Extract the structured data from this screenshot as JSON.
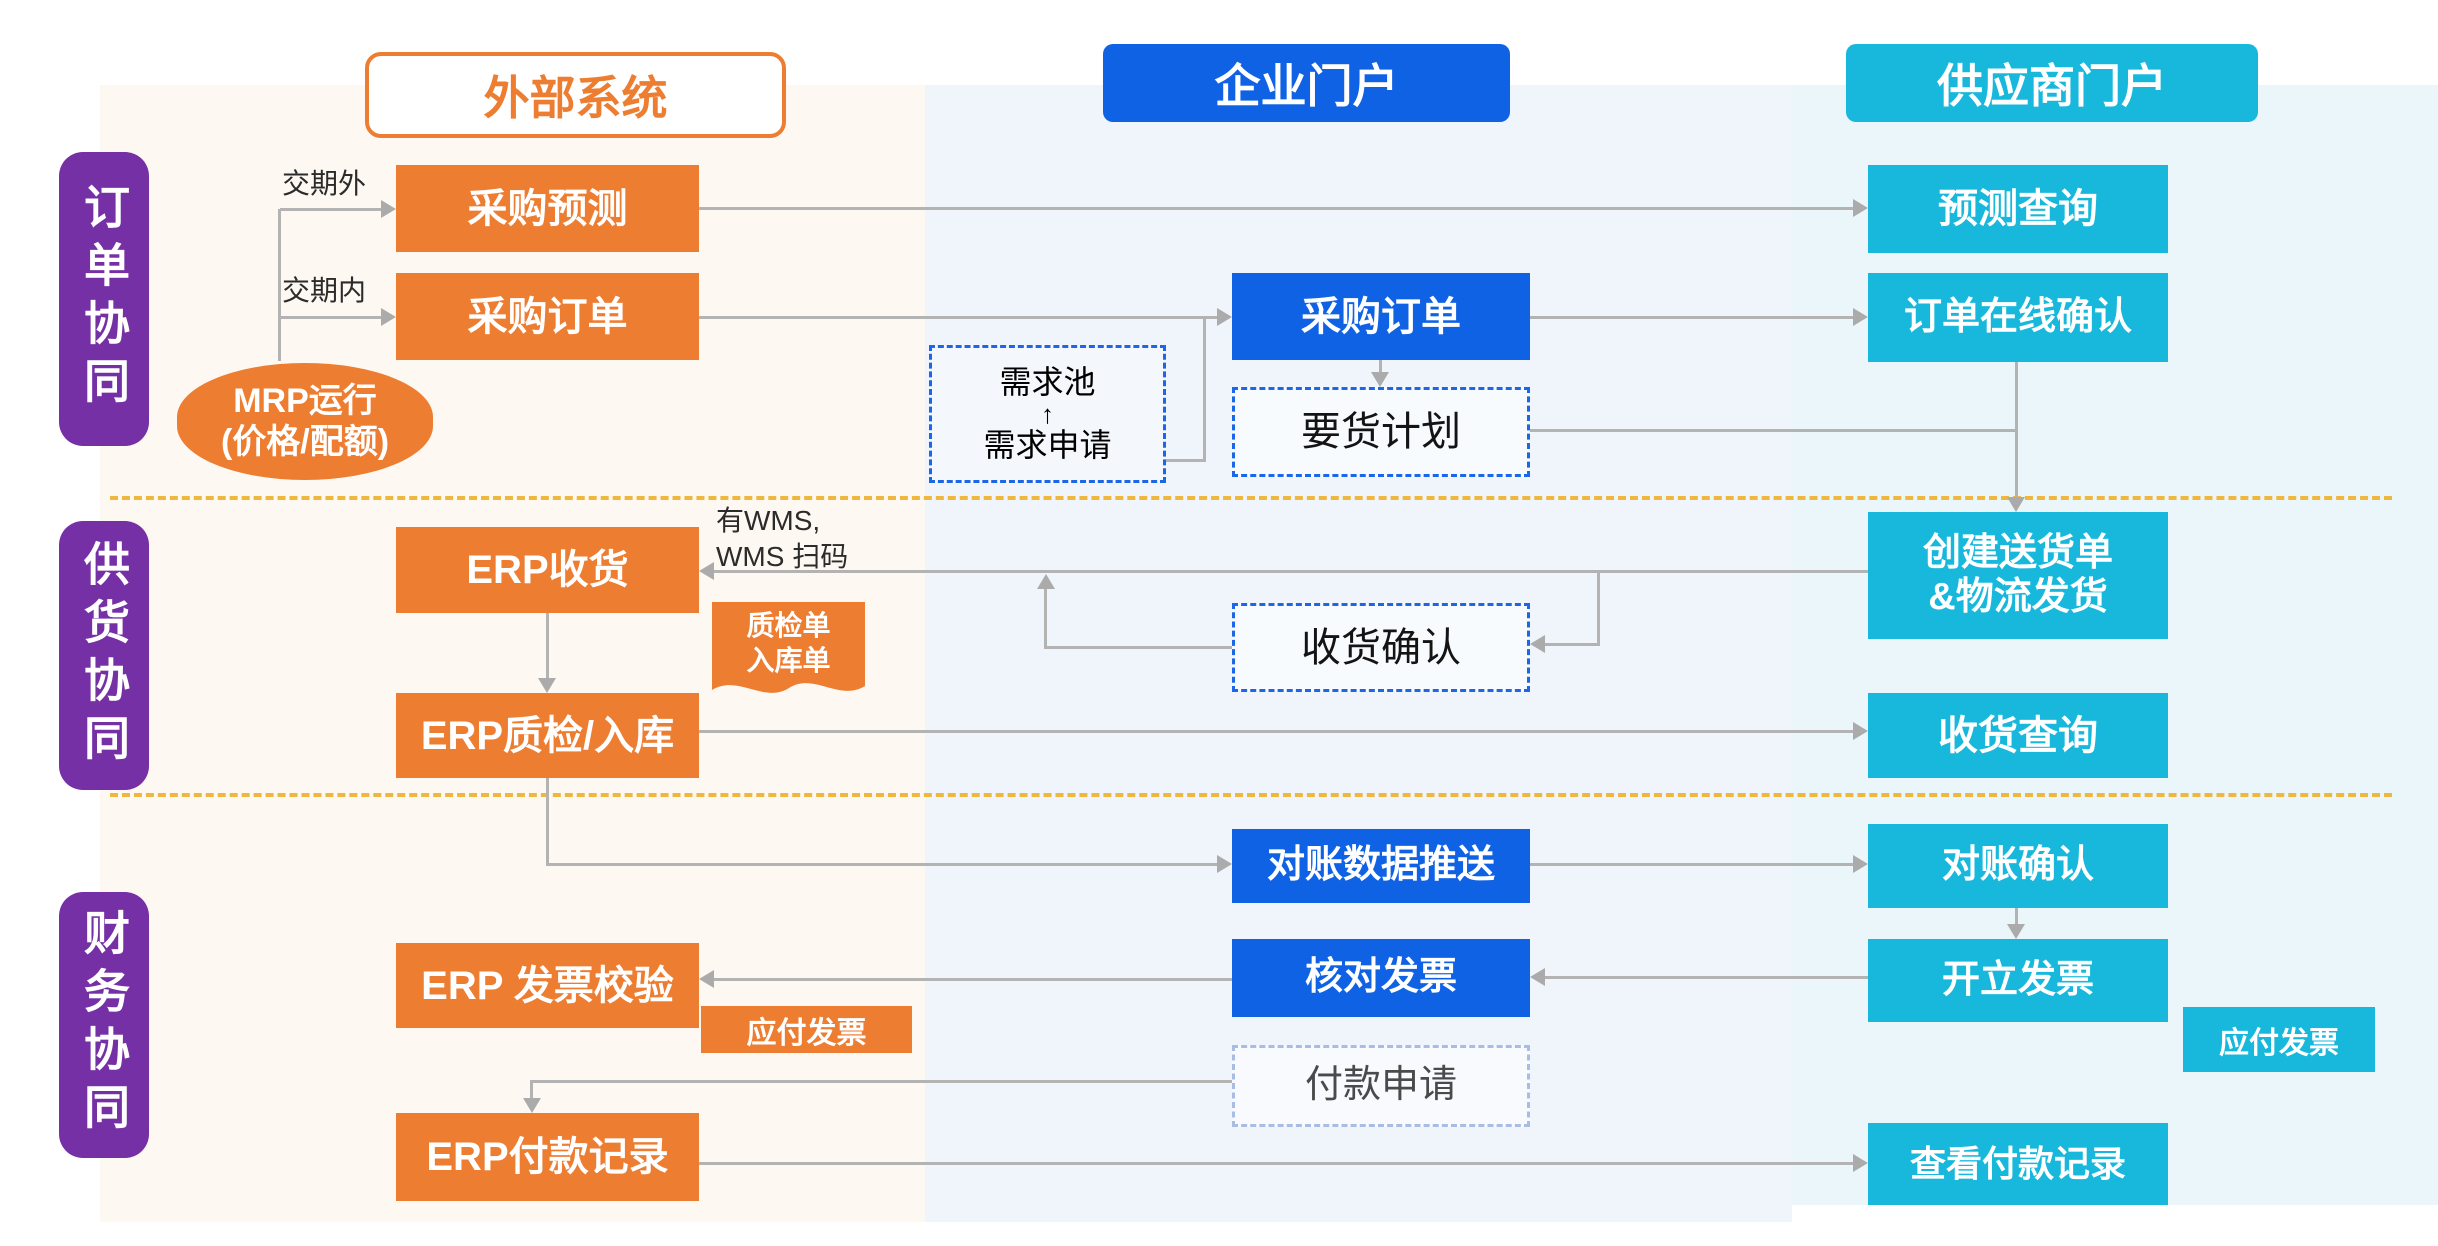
{
  "columns": {
    "external": {
      "title": "外部系统"
    },
    "enterprise": {
      "title": "企业门户"
    },
    "supplier": {
      "title": "供应商门户"
    }
  },
  "sections": {
    "order": "订单协同",
    "supply": "供货协同",
    "finance": "财务协同"
  },
  "nodes": {
    "purchase_forecast": "采购预测",
    "purchase_order_ext": "采购订单",
    "mrp_line1": "MRP运行",
    "mrp_line2": "(价格/配额)",
    "demand_pool": "需求池",
    "demand_arrow": "↑",
    "demand_request": "需求申请",
    "purchase_order_portal": "采购订单",
    "delivery_plan": "要货计划",
    "forecast_query": "预测查询",
    "order_online_confirm": "订单在线确认",
    "erp_receiving": "ERP收货",
    "qc_doc_line1": "质检单",
    "qc_doc_line2": "入库单",
    "erp_qc_warehouse": "ERP质检/入库",
    "receipt_confirm": "收货确认",
    "create_delivery_line1": "创建送货单",
    "create_delivery_line2": "&物流发货",
    "receipt_query": "收货查询",
    "recon_push": "对账数据推送",
    "recon_confirm": "对账确认",
    "erp_invoice_check": "ERP 发票校验",
    "invoice_verify": "核对发票",
    "issue_invoice": "开立发票",
    "ap_invoice_left": "应付发票",
    "ap_invoice_right": "应付发票",
    "payment_request": "付款申请",
    "erp_payment": "ERP付款记录",
    "view_payment": "查看付款记录"
  },
  "annotations": {
    "out_of_leadtime": "交期外",
    "in_leadtime": "交期内",
    "wms_line1": "有WMS,",
    "wms_line2": "WMS 扫码"
  },
  "colors": {
    "orange": "#ED7D31",
    "blue": "#1062E5",
    "cyan": "#17B8DC",
    "purple": "#7630A6",
    "connector_gray": "#B3B3B3",
    "separator_yellow": "#F0B73F"
  }
}
